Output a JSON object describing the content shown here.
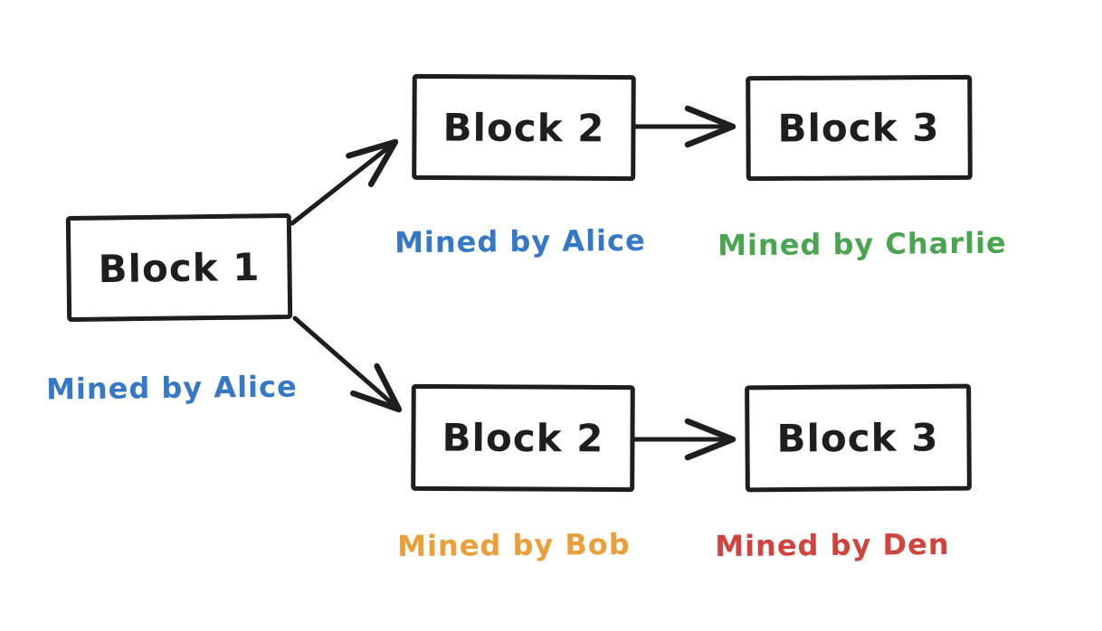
{
  "diagram": {
    "background": "#ffffff",
    "stroke_color": "#1e1e1e",
    "blocks": [
      {
        "id": "block-1",
        "label": "Block 1"
      },
      {
        "id": "block-2-top",
        "label": "Block 2"
      },
      {
        "id": "block-3-top",
        "label": "Block 3"
      },
      {
        "id": "block-2-bottom",
        "label": "Block 2"
      },
      {
        "id": "block-3-bottom",
        "label": "Block 3"
      }
    ],
    "captions": [
      {
        "id": "caption-block-1",
        "text": "Mined by Alice",
        "color": "#3578c7"
      },
      {
        "id": "caption-block-2-top",
        "text": "Mined by Alice",
        "color": "#3578c7"
      },
      {
        "id": "caption-block-3-top",
        "text": "Mined by Charlie",
        "color": "#4aa551"
      },
      {
        "id": "caption-block-2-bottom",
        "text": "Mined by Bob",
        "color": "#eb9f38"
      },
      {
        "id": "caption-block-3-bottom",
        "text": "Mined by Den",
        "color": "#d2433e"
      }
    ]
  }
}
